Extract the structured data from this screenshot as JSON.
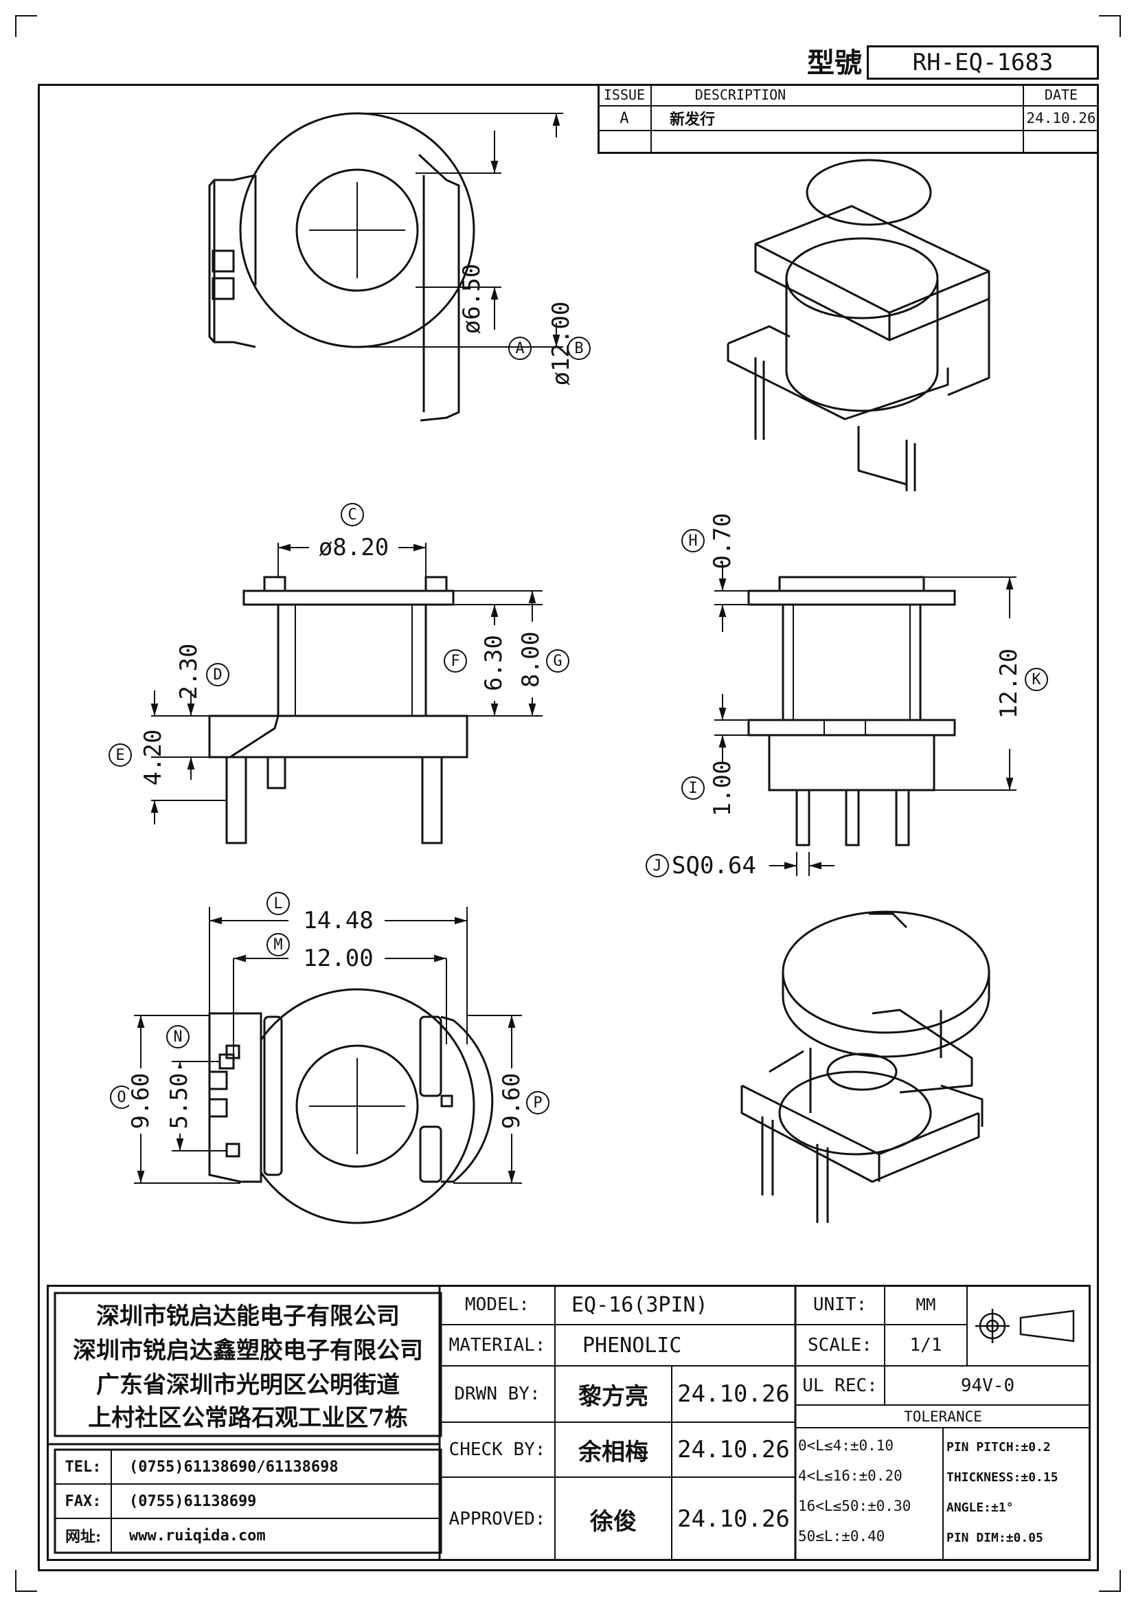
{
  "header": {
    "model_label": "型號",
    "model_number": "RH-EQ-1683"
  },
  "revision": {
    "col_issue": "ISSUE",
    "col_description": "DESCRIPTION",
    "col_date": "DATE",
    "row_issue": "A",
    "row_description": "新发行",
    "row_date": "24.10.26"
  },
  "dimensions": {
    "A": "A",
    "A_value": "ø6.50",
    "B": "B",
    "B_value": "ø12.00",
    "C": "C",
    "C_value": "ø8.20",
    "D": "D",
    "D_value": "2.30",
    "E": "E",
    "E_value": "4.20",
    "F": "F",
    "F_value": "6.30",
    "G": "G",
    "G_value": "8.00",
    "H": "H",
    "H_value": "0.70",
    "I": "I",
    "I_value": "1.00",
    "J": "J",
    "J_value": "SQ0.64",
    "K": "K",
    "K_value": "12.20",
    "L": "L",
    "L_value": "14.48",
    "M": "M",
    "M_value": "12.00",
    "N": "N",
    "O": "O",
    "O_value": "9.60",
    "N_value": "5.50",
    "P": "P",
    "P_value": "9.60"
  },
  "company": {
    "line1": "深圳市锐启达能电子有限公司",
    "line2": "深圳市锐启达鑫塑胶电子有限公司",
    "line3": "广东省深圳市光明区公明街道",
    "line4": "上村社区公常路石观工业区7栋",
    "tel_label": "TEL:",
    "tel_value": "(0755)61138690/61138698",
    "fax_label": "FAX:",
    "fax_value": "(0755)61138699",
    "web_label": "网址:",
    "web_value": "www.ruiqida.com"
  },
  "title_block": {
    "model_label": "MODEL:",
    "model_value": "EQ-16(3PIN)",
    "material_label": "MATERIAL:",
    "material_value": "PHENOLIC",
    "drawn_label": "DRWN BY:",
    "drawn_name": "黎方亮",
    "drawn_date": "24.10.26",
    "check_label": "CHECK BY:",
    "check_name": "余相梅",
    "check_date": "24.10.26",
    "approved_label": "APPROVED:",
    "approved_name": "徐俊",
    "approved_date": "24.10.26",
    "unit_label": "UNIT:",
    "unit_value": "MM",
    "scale_label": "SCALE:",
    "scale_value": "1/1",
    "ul_label": "UL REC:",
    "ul_value": "94V-0",
    "tolerance_label": "TOLERANCE",
    "tol1": "0<L≤4:±0.10",
    "tol2": "4<L≤16:±0.20",
    "tol3": "16<L≤50:±0.30",
    "tol4": "50≤L:±0.40",
    "tol5": "PIN PITCH:±0.2",
    "tol6": "THICKNESS:±0.15",
    "tol7": "ANGLE:±1°",
    "tol8": "PIN DIM:±0.05"
  }
}
